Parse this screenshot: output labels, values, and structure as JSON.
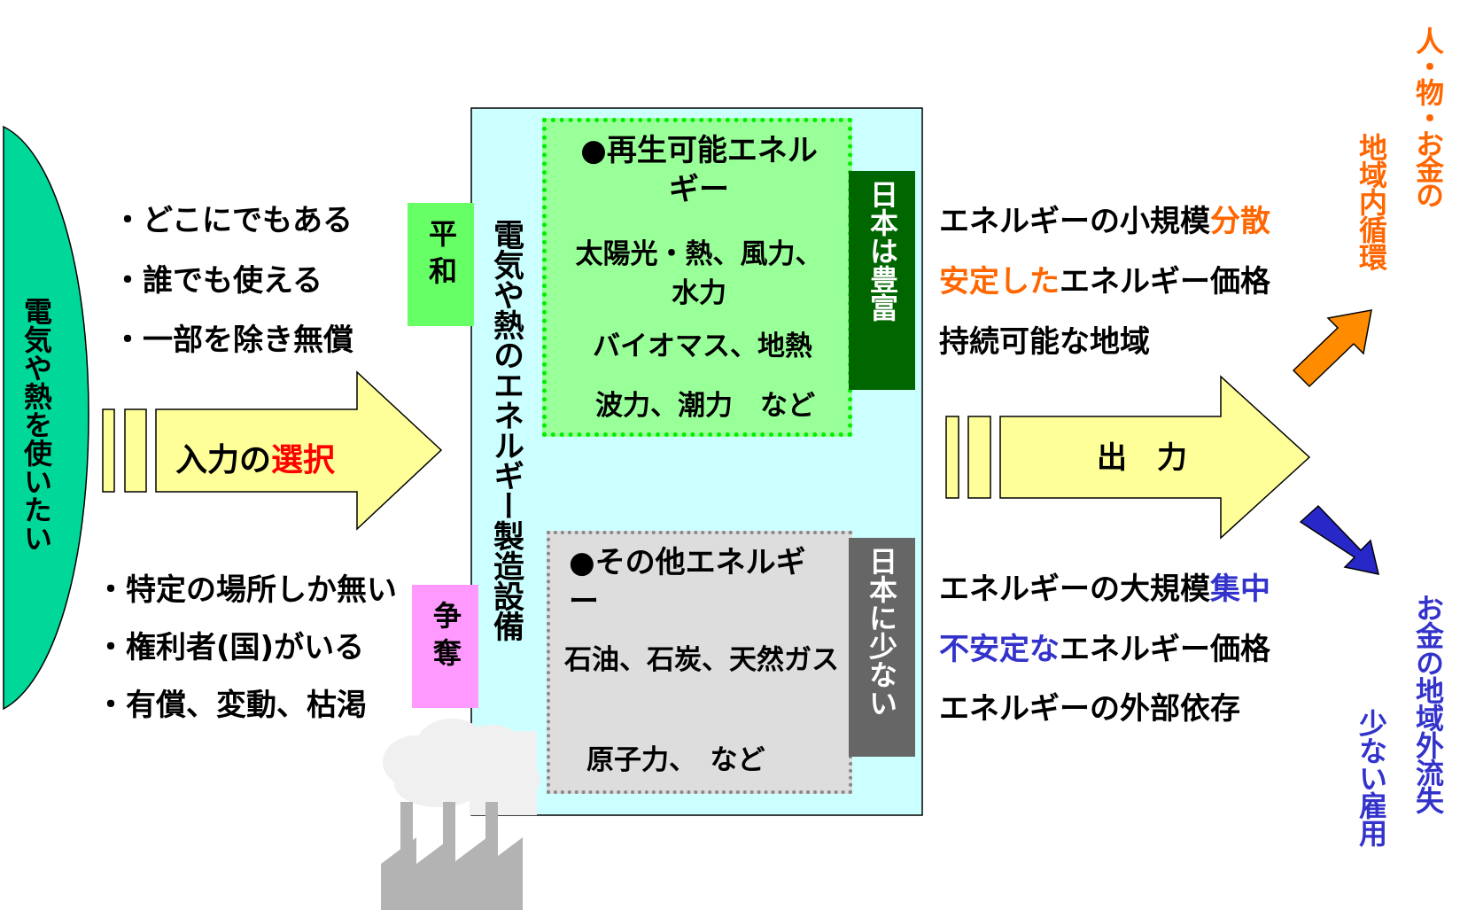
{
  "left_label": "電気や熱を使いたい",
  "top_points": [
    "・どこにでもある",
    "・誰でも使える",
    "・一部を除き無償"
  ],
  "bottom_points": [
    "・特定の場所しか無い",
    "・権利者(国)がいる",
    "・有償、変動、枯渇"
  ],
  "input_arrow": {
    "prefix": "入力の",
    "highlight": "選択"
  },
  "peace_label": "平和",
  "conflict_label": "争奪",
  "facility_label": "電気や熱のエネルギー製造設備",
  "renewable": {
    "title": "●再生可能エネルギー",
    "lines": [
      "太陽光・熱、風力、水力",
      "バイオマス、地熱",
      "波力、潮力　など"
    ],
    "badge": "日本は豊富"
  },
  "other": {
    "title": "●その他エネルギー",
    "lines": [
      "石油、石炭、天然ガス",
      "原子力、　など"
    ],
    "badge": "日本に少ない"
  },
  "output_arrow": "出　力",
  "outcomes_top": [
    {
      "before": "エネルギーの小規模",
      "highlight": "分散",
      "after": ""
    },
    {
      "before": "",
      "highlight": "安定した",
      "after": "エネルギー価格"
    },
    {
      "before": "持続可能な地域",
      "highlight": "",
      "after": ""
    }
  ],
  "outcomes_bottom": [
    {
      "before": "エネルギーの大規模",
      "highlight": "集中",
      "after": ""
    },
    {
      "before": "",
      "highlight": "不安定な",
      "after": "エネルギー価格"
    },
    {
      "before": "エネルギーの外部依存",
      "highlight": "",
      "after": ""
    }
  ],
  "result_top": {
    "line1": "人・物・お金の",
    "line2": "地域内循環"
  },
  "result_bottom": {
    "line1": "お金の地域外流失",
    "line2": "少ない雇用"
  },
  "colors": {
    "left_shape": "#00d89a",
    "arrow_fill": "#ffff99",
    "facility_bg": "#ccffff",
    "renewable_bg": "#99ff99",
    "renewable_border": "#00ee00",
    "other_bg": "#dddddd",
    "other_border": "#888888",
    "badge_green": "#006600",
    "badge_gray": "#666666",
    "peace_bg": "#66ff66",
    "conflict_bg": "#ff99ff",
    "orange": "#ff6600",
    "blue": "#3333cc",
    "red": "#ff0000",
    "up_arrow": "#ff8c00",
    "down_arrow": "#2828c8",
    "factory": "#b3b3b3"
  }
}
